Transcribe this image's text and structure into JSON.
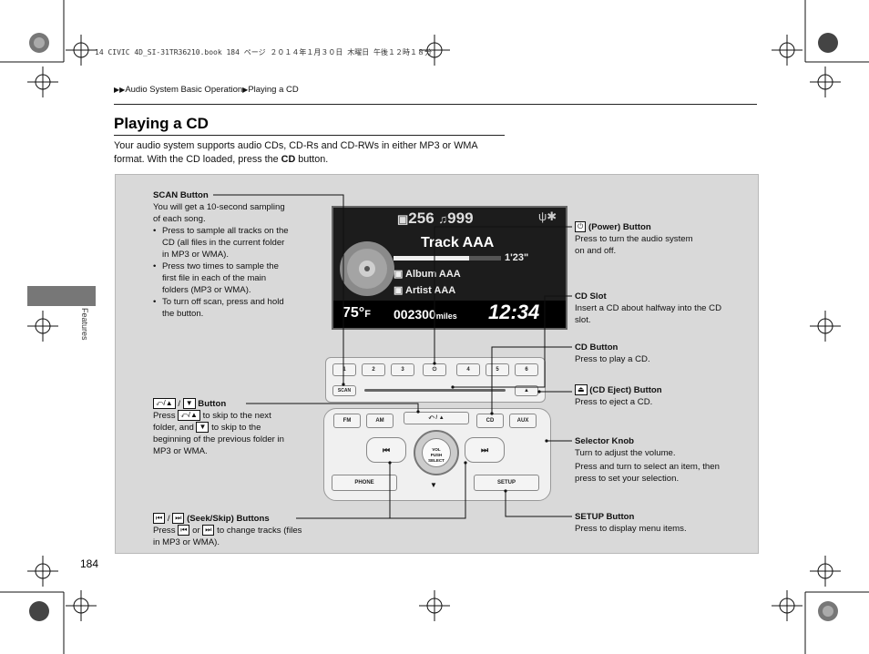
{
  "print_header": "14 CIVIC 4D_SI-31TR36210.book  184 ページ  ２０１４年１月３０日  木曜日  午後１２時１８分",
  "breadcrumb": {
    "parent": "Audio System Basic Operation",
    "current": "Playing a CD"
  },
  "page": {
    "title": "Playing a CD",
    "intro_1": "Your audio system supports audio CDs, CD-Rs and CD-RWs in either MP3 or WMA",
    "intro_2a": "format. With the CD loaded, press the ",
    "intro_2b": "CD",
    "intro_2c": " button.",
    "number": "184",
    "side_tab": "Features"
  },
  "display": {
    "folder_count": "256",
    "track_count": "999",
    "track": "Track AAA",
    "time": "1'23\"",
    "album": "Album AAA",
    "artist": "Artist AAA",
    "temperature": "75°",
    "temp_unit": "F",
    "odometer": "002300",
    "odometer_unit": "miles",
    "clock": "12:34"
  },
  "unit_buttons": {
    "presets": [
      "1",
      "2",
      "3",
      "4",
      "5",
      "6"
    ],
    "scan": "SCAN",
    "eject": "▲",
    "fm": "FM",
    "am": "AM",
    "folder": "⤺ / ▲",
    "cd": "CD",
    "aux": "AUX",
    "knob": "VOL\nPUSH\nSELECT",
    "phone": "PHONE",
    "down": "▼",
    "setup": "SETUP",
    "seek_back": "⏮",
    "seek_fwd": "⏭"
  },
  "callouts": {
    "scan": {
      "title": "SCAN Button",
      "text": "You will get a 10-second sampling of each song.",
      "bullets": [
        "Press to sample all tracks on the CD (all files in the current folder in MP3 or WMA).",
        "Press two times to sample the first file in each of the main folders (MP3 or WMA).",
        "To turn off scan, press and hold the button."
      ]
    },
    "folder": {
      "title": "Button",
      "text_a": "Press",
      "text_b": "to skip to the next folder, and",
      "text_c": "to skip to the beginning of the previous folder in MP3 or WMA."
    },
    "seek": {
      "title": "(Seek/Skip) Buttons",
      "text_a": "Press",
      "text_b": "or",
      "text_c": "to change tracks (files in MP3 or WMA)."
    },
    "power": {
      "title": "(Power) Button",
      "text": "Press to turn the audio system on and off."
    },
    "cd_slot": {
      "title": "CD Slot",
      "text": "Insert a CD about halfway into the CD slot."
    },
    "cd_button": {
      "title": "CD Button",
      "text": "Press to play a CD."
    },
    "eject": {
      "title": "(CD Eject) Button",
      "text": "Press to eject a CD."
    },
    "selector": {
      "title": "Selector Knob",
      "text1": "Turn to adjust the volume.",
      "text2": "Press and turn to select an item, then press to set your selection."
    },
    "setup": {
      "title": "SETUP Button",
      "text": "Press to display menu items."
    }
  }
}
